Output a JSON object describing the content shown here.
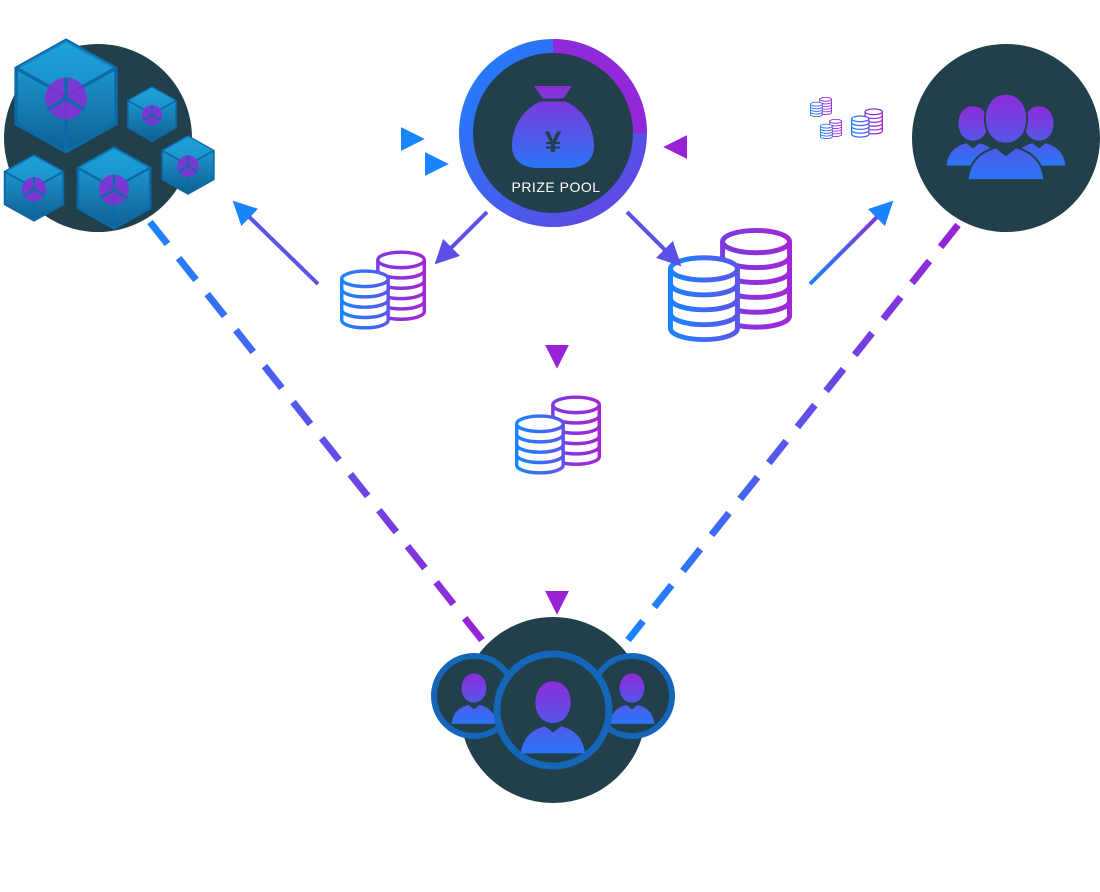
{
  "prize_pool": {
    "label": "PRIZE POOL",
    "currency_symbol": "¥",
    "icon": "money-bag-icon"
  },
  "nodes": [
    {
      "id": "blockchain-network",
      "icon": "cube-cluster-icon"
    },
    {
      "id": "prize-pool",
      "icon": "money-bag-icon"
    },
    {
      "id": "user-group",
      "icon": "people-group-icon"
    },
    {
      "id": "community",
      "icon": "community-avatars-icon"
    }
  ],
  "coin_stacks": [
    {
      "id": "coins-to-network",
      "icon": "coin-stack-icon"
    },
    {
      "id": "coins-to-users",
      "icon": "coin-stack-icon"
    },
    {
      "id": "coins-to-community",
      "icon": "coin-stack-icon"
    },
    {
      "id": "small-coins-from-users",
      "icon": "coin-stack-small-icon"
    }
  ],
  "colors": {
    "dark_circle": "#21404b",
    "blue": "#1a84ff",
    "purple": "#9a22d6",
    "violet": "#6a3fe0",
    "cube_teal": "#1f9fd6"
  }
}
